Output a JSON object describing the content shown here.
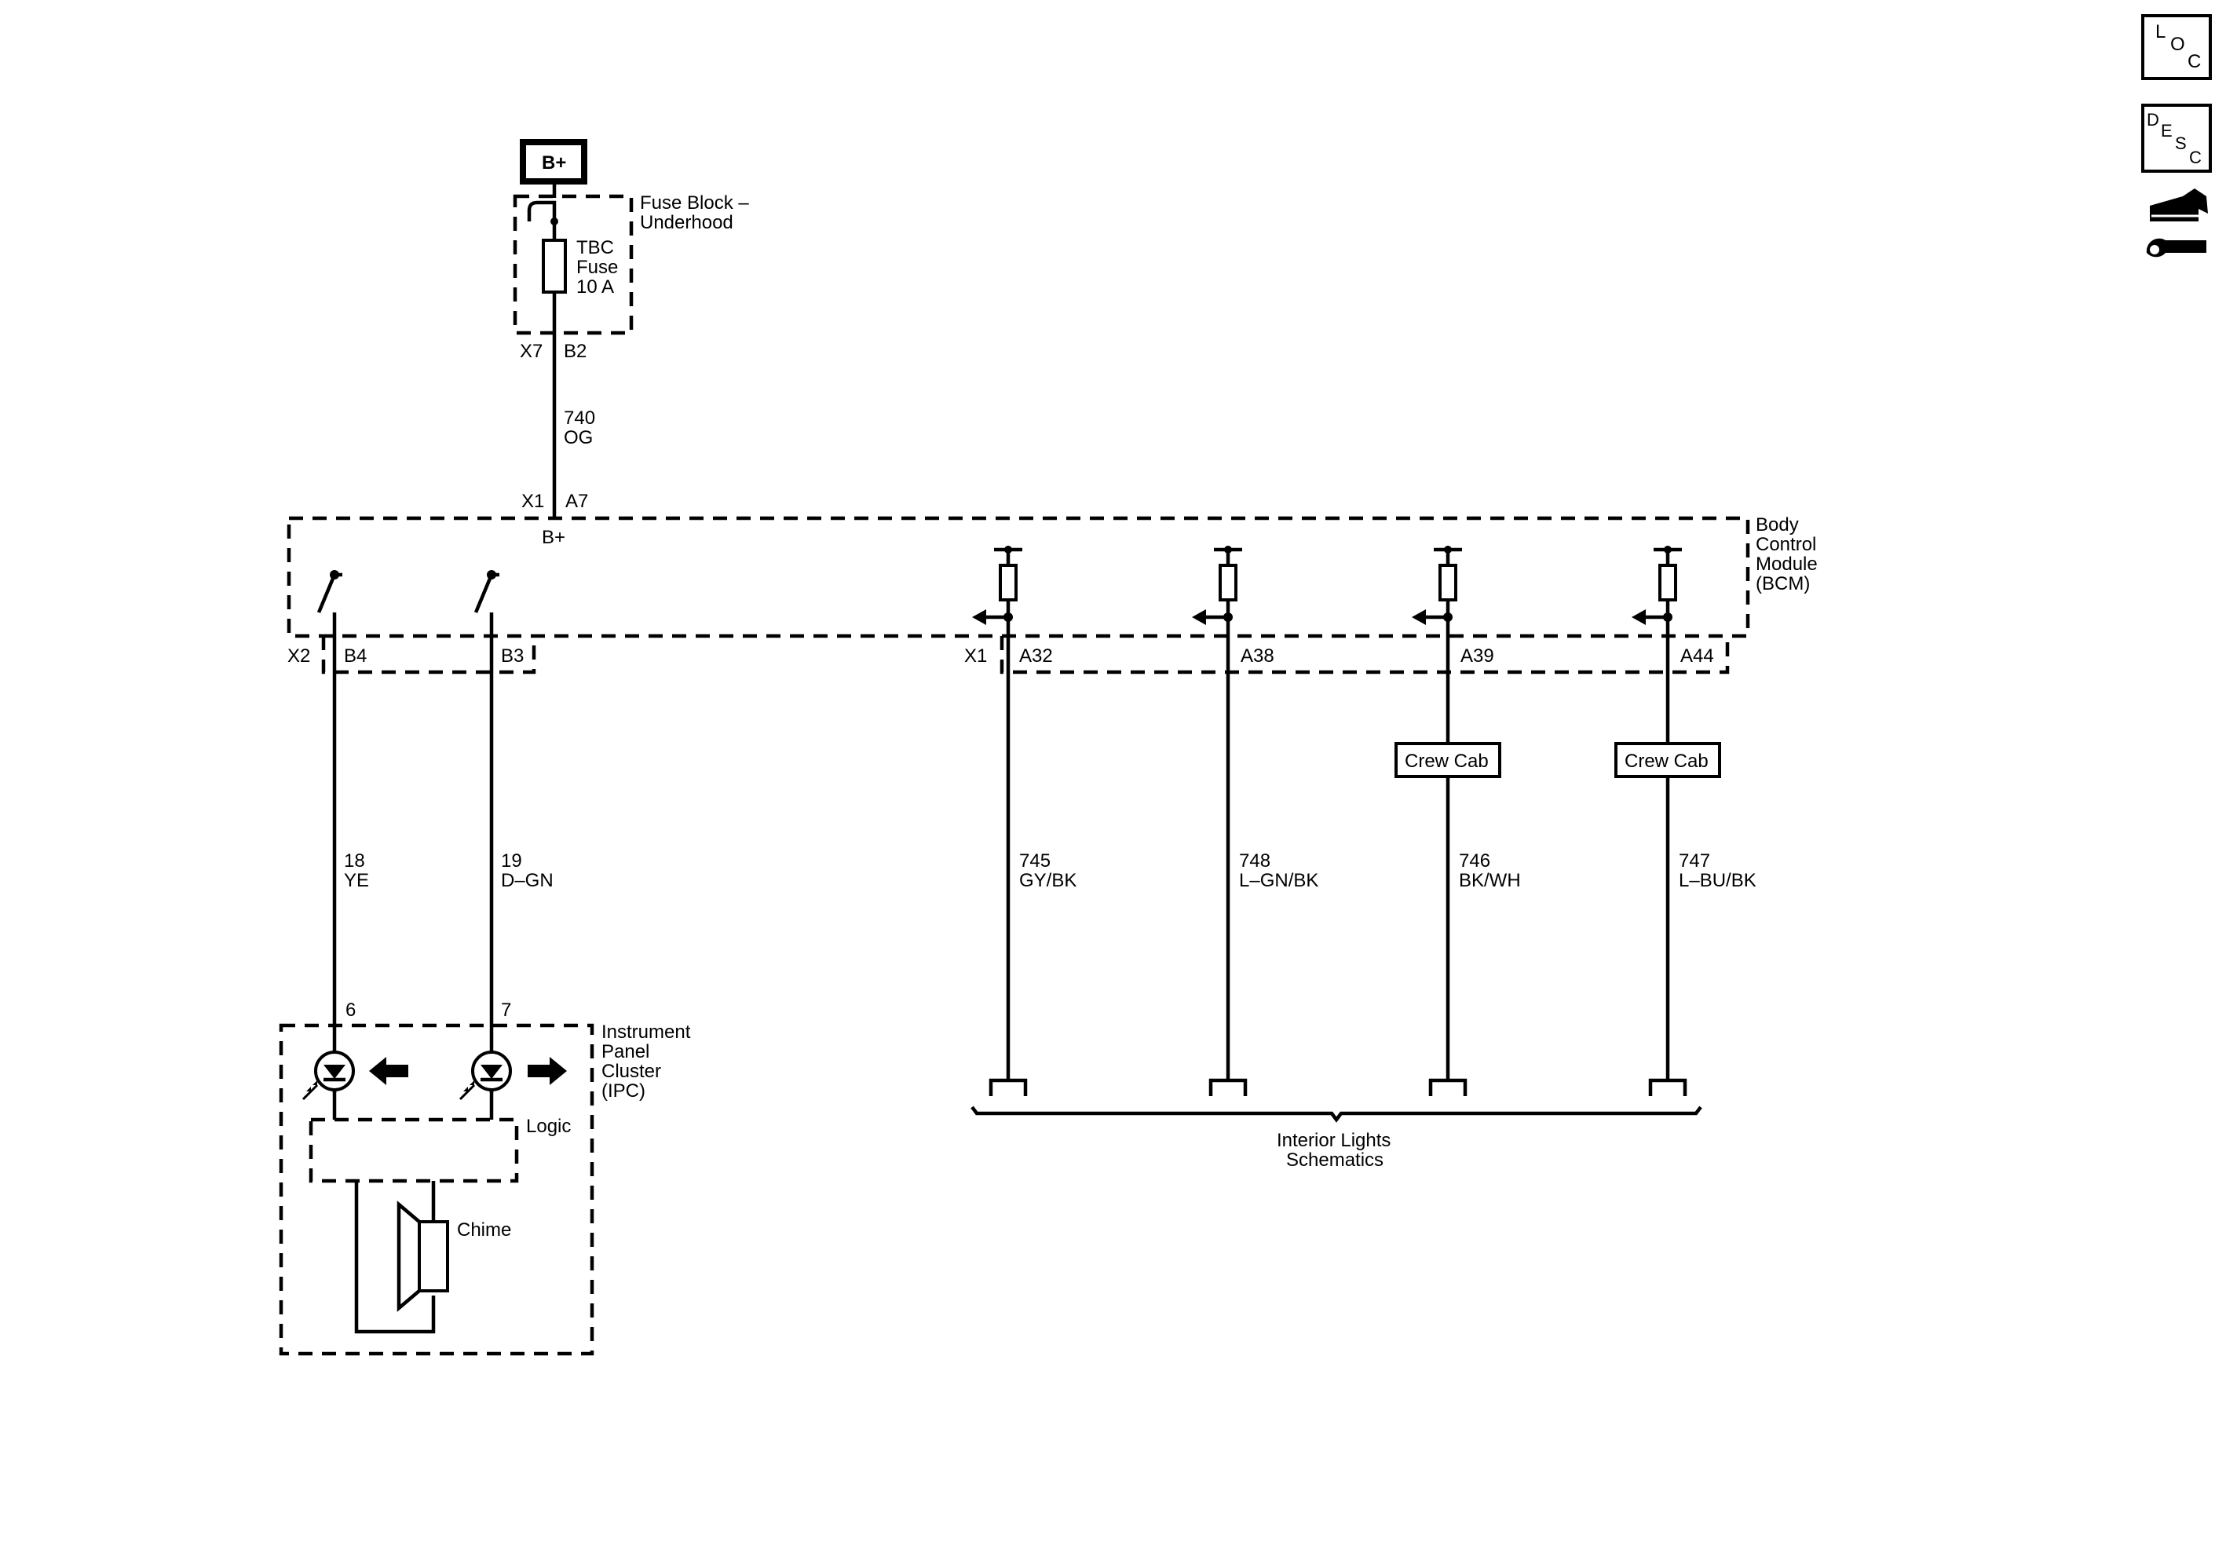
{
  "side_icons": {
    "loc": {
      "l1": "L",
      "l2": "O",
      "l3": "C"
    },
    "desc": {
      "l1": "D",
      "l2": "E",
      "l3": "S",
      "l4": "C"
    }
  },
  "power": {
    "battery_label": "B+"
  },
  "fuse_block": {
    "title_l1": "Fuse Block –",
    "title_l2": "Underhood",
    "fuse_l1": "TBC",
    "fuse_l2": "Fuse",
    "fuse_l3": "10 A",
    "connector": "X7",
    "pin": "B2"
  },
  "feed_wire": {
    "circuit": "740",
    "color": "OG"
  },
  "bcm": {
    "connector_top": "X1",
    "pin_top": "A7",
    "input_label": "B+",
    "title_l1": "Body",
    "title_l2": "Control",
    "title_l3": "Module",
    "title_l4": "(BCM)",
    "connector_x2": "X2",
    "connector_x1": "X1"
  },
  "bcm_pins": [
    "B4",
    "B3",
    "A32",
    "A38",
    "A39",
    "A44"
  ],
  "wires": [
    {
      "circuit": "18",
      "color": "YE"
    },
    {
      "circuit": "19",
      "color": "D–GN"
    },
    {
      "circuit": "745",
      "color": "GY/BK"
    },
    {
      "circuit": "748",
      "color": "L–GN/BK"
    },
    {
      "circuit": "746",
      "color": "BK/WH"
    },
    {
      "circuit": "747",
      "color": "L–BU/BK"
    }
  ],
  "option_boxes": [
    "Crew Cab",
    "Crew Cab"
  ],
  "ipc": {
    "pin_left": "6",
    "pin_right": "7",
    "title_l1": "Instrument",
    "title_l2": "Panel",
    "title_l3": "Cluster",
    "title_l4": "(IPC)",
    "logic_label": "Logic",
    "chime_label": "Chime"
  },
  "interior_ref": {
    "l1": "Interior Lights",
    "l2": "Schematics"
  }
}
